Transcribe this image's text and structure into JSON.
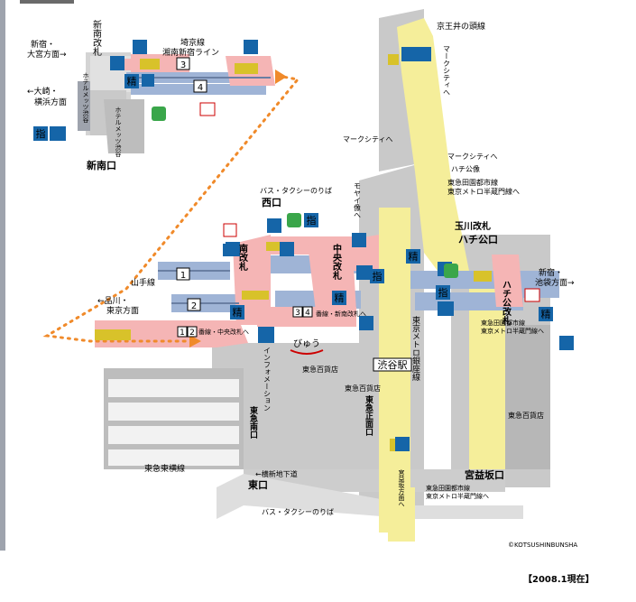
{
  "labels": {
    "keio_head": "京王井の頭線",
    "shin_minami_gate": "新南改札",
    "saikyo": "埼京線",
    "shonan": "湘南新宿ライン",
    "to_shinjuku_omiya_1": "新宿・",
    "to_shinjuku_omiya_2": "大宮方面→",
    "to_osaki_1": "←大崎・",
    "to_osaki_2": "横浜方面",
    "hotel_metz_1": "ホテルメッツ渋谷",
    "hotel_metz_2": "ホテルメッツ渋谷",
    "shin_minami_exit": "新南口",
    "markcity_1": "マークシティへ",
    "markcity_2": "マークシティへ",
    "markcity_3": "マークシティへ",
    "hachiko_square": "ハチ公像",
    "denentoshi_1a": "東急田園都市線",
    "denentoshi_1b": "東京メトロ半蔵門線へ",
    "bus_taxi_1": "バス・タクシーのりば",
    "west_exit": "西口",
    "moyai": "モヤイ像へ",
    "tamagawa_gate": "玉川改札",
    "hachiko_exit": "ハチ公口",
    "yamanote": "山手線",
    "to_shinagawa_1": "←品川・",
    "to_shinagawa_2": "東京方面",
    "minami_gate": "南改札",
    "chuo_gate": "中央改札",
    "hachiko_gate": "ハチ公改札",
    "to_ikebukuro_1": "新宿・",
    "to_ikebukuro_2": "池袋方面→",
    "platform_34": "番線・新南改札へ",
    "platform_12": "番線・中央改札へ",
    "denentoshi_2a": "東急田園都市線",
    "denentoshi_2b": "東京メトロ半蔵門線へ",
    "information": "インフォメーション",
    "tokyu_dept_1": "東急百貨店",
    "tokyu_dept_2": "東急百貨店",
    "tokyu_dept_3": "東急百貨店",
    "shibuya_station": "渋谷駅",
    "metro_ginza": "東京メトロ銀座線",
    "tokyu_south_exit": "東急南口",
    "tokyu_main_exit": "東急正面口",
    "tokyu_toyoko": "東急東横線",
    "yokoshin": "←横新地下道",
    "east_exit": "東口",
    "miyamasuzaka_exit": "宮益坂口",
    "to_miyamasu": "宮益坂方面へ",
    "denentoshi_3a": "東急田園都市線",
    "denentoshi_3b": "東京メトロ半蔵門線へ",
    "bus_taxi_2": "バス・タクシーのりば",
    "copyright": "©KOTSUSHINBUNSHA",
    "date": "【2008.1現在】",
    "view_line_logo": "びゅう",
    "platform_numbers": {
      "p1": "1",
      "p2": "2",
      "p3": "3",
      "p4": "4",
      "s1": "1",
      "s2": "2",
      "s3": "3",
      "s4": "4"
    },
    "icon_texts": {
      "shi": "指",
      "sei": "精"
    }
  },
  "colors": {
    "platform_blue": "#9fb4d6",
    "concourse_pink": "#f5b5b5",
    "corridor_yellow": "#f5ee9a",
    "building_grey": "#c7c7c7",
    "sign_blue": "#1565a8",
    "green_icon": "#3aa64a",
    "route_orange": "#f08a2a"
  }
}
